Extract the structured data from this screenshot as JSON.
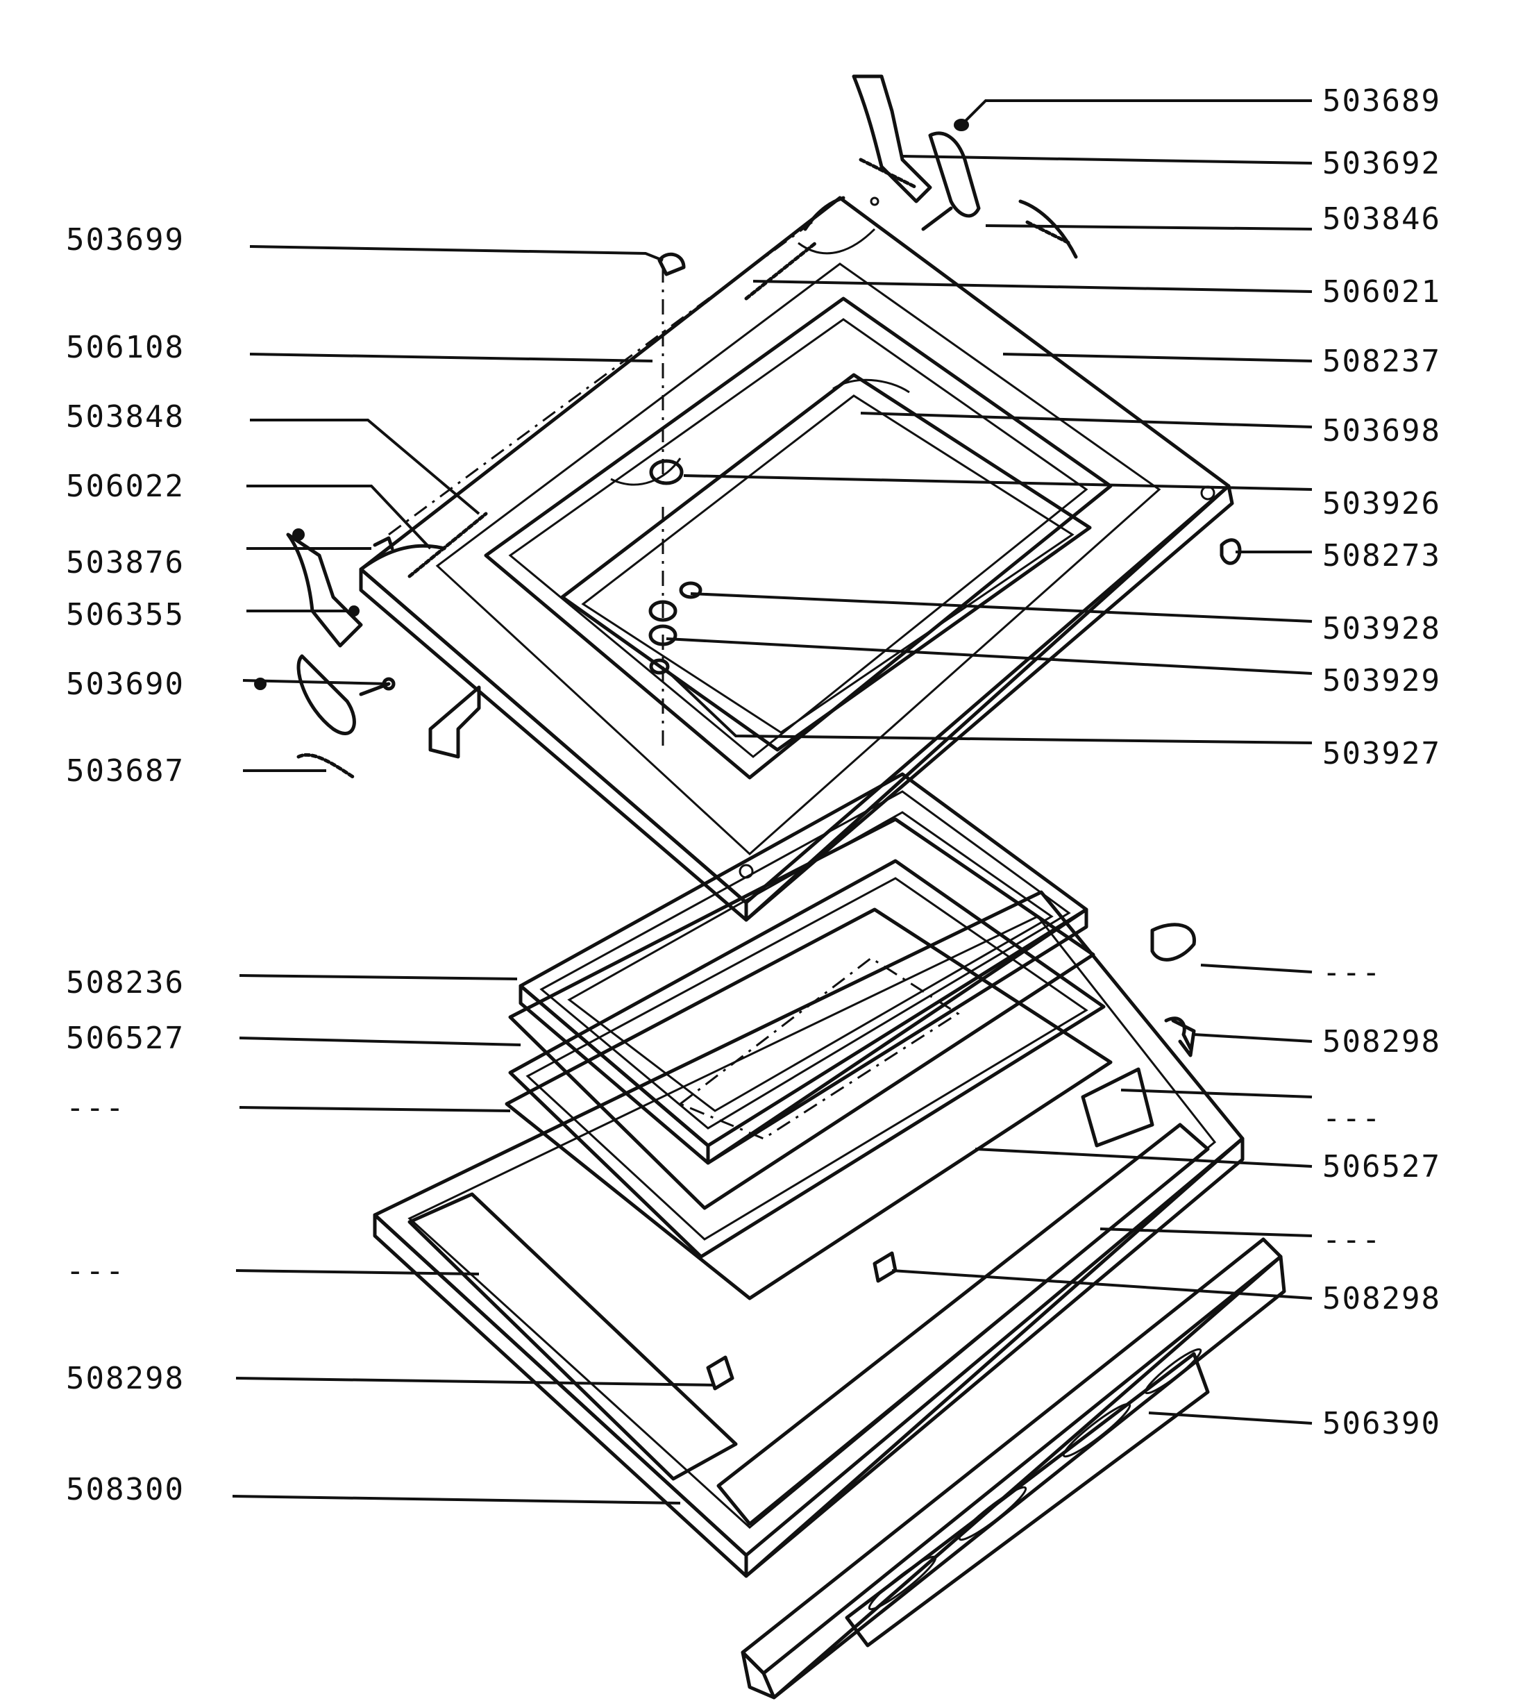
{
  "labels_left": [
    {
      "id": "l0",
      "text": "503699"
    },
    {
      "id": "l1",
      "text": "506108"
    },
    {
      "id": "l2",
      "text": "503848"
    },
    {
      "id": "l3",
      "text": "506022"
    },
    {
      "id": "l4",
      "text": "503876"
    },
    {
      "id": "l5",
      "text": "506355"
    },
    {
      "id": "l6",
      "text": "503690"
    },
    {
      "id": "l7",
      "text": "503687"
    },
    {
      "id": "l8",
      "text": "508236"
    },
    {
      "id": "l9",
      "text": "506527"
    },
    {
      "id": "l10",
      "text": "---"
    },
    {
      "id": "l11",
      "text": "---"
    },
    {
      "id": "l12",
      "text": "508298"
    },
    {
      "id": "l13",
      "text": "508300"
    }
  ],
  "labels_right": [
    {
      "id": "r0",
      "text": "503689"
    },
    {
      "id": "r1",
      "text": "503692"
    },
    {
      "id": "r2",
      "text": "503846"
    },
    {
      "id": "r3",
      "text": "506021"
    },
    {
      "id": "r4",
      "text": "508237"
    },
    {
      "id": "r5",
      "text": "503698"
    },
    {
      "id": "r6",
      "text": "503926"
    },
    {
      "id": "r7",
      "text": "508273"
    },
    {
      "id": "r8",
      "text": "503928"
    },
    {
      "id": "r9",
      "text": "503929"
    },
    {
      "id": "r10",
      "text": "503927"
    },
    {
      "id": "r11",
      "text": "---"
    },
    {
      "id": "r12",
      "text": "508298"
    },
    {
      "id": "r13",
      "text": "---"
    },
    {
      "id": "r14",
      "text": "506527"
    },
    {
      "id": "r15",
      "text": "---"
    },
    {
      "id": "r16",
      "text": "508298"
    },
    {
      "id": "r17",
      "text": "506390"
    }
  ]
}
